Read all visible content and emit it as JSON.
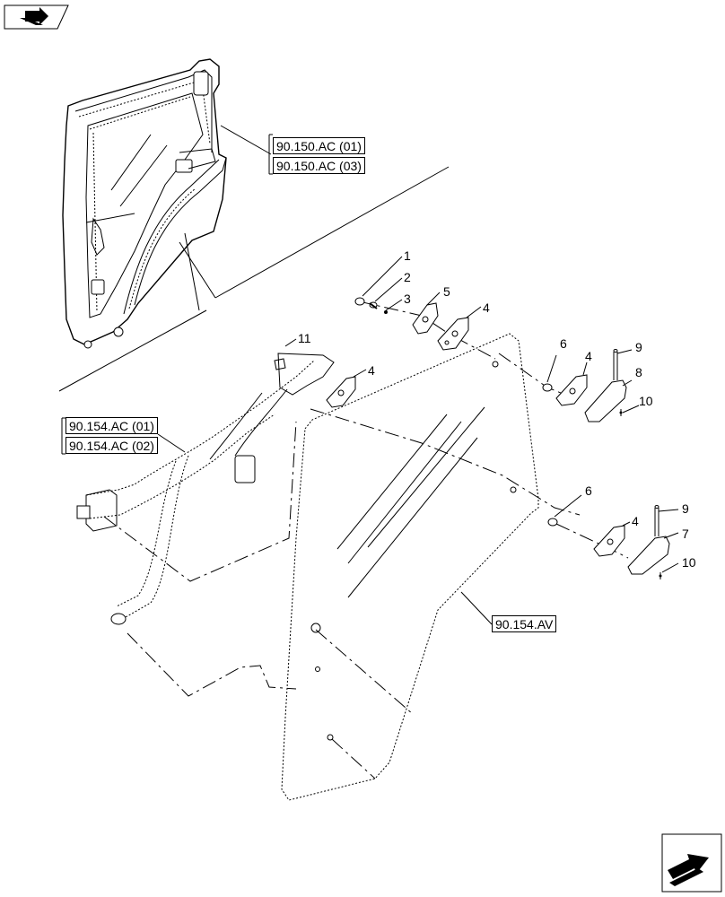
{
  "references": {
    "cab_frame_1": "90.150.AC (01)",
    "cab_frame_2": "90.150.AC (03)",
    "wiper_1": "90.154.AC (01)",
    "wiper_2": "90.154.AC (02)",
    "window": "90.154.AV"
  },
  "callouts": {
    "c1": "1",
    "c2": "2",
    "c3": "3",
    "c4a": "4",
    "c4b": "4",
    "c4c": "4",
    "c4d": "4",
    "c5": "5",
    "c6a": "6",
    "c6b": "6",
    "c7": "7",
    "c8": "8",
    "c9a": "9",
    "c9b": "9",
    "c10a": "10",
    "c10b": "10",
    "c11": "11"
  },
  "icons": {
    "top_left": "book-arrow-icon",
    "bottom_right": "next-page-arrow-icon"
  }
}
